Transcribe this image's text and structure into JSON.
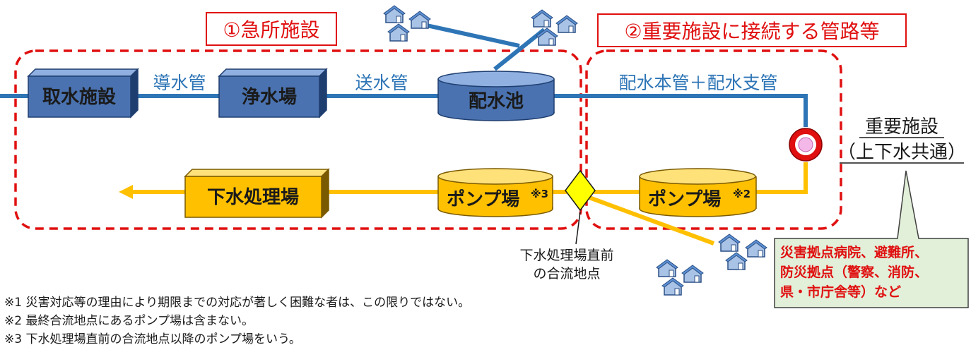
{
  "sections": {
    "urgent": {
      "label": "①急所施設"
    },
    "important": {
      "label": "②重要施設に接続する管路等"
    }
  },
  "facilities": {
    "intake": "取水施設",
    "purification": "浄水場",
    "reservoir": "配水池",
    "sewage_plant": "下水処理場",
    "pump1": {
      "label": "ポンプ場",
      "mark": "※3"
    },
    "pump2": {
      "label": "ポンプ場",
      "mark": "※2"
    }
  },
  "pipes": {
    "conduit": "導水管",
    "transmission": "送水管",
    "distribution": "配水本管＋配水支管"
  },
  "important_facility": {
    "line1": "重要施設",
    "line2": "（上下水共通）"
  },
  "callout": {
    "lines": [
      "災害拠点病院、避難所、",
      "防災拠点（警察、消防、",
      "県・市庁舎等）など"
    ]
  },
  "confluence": {
    "line1": "下水処理場直前",
    "line2": "の合流地点"
  },
  "notes": [
    "※1 災害対応等の理由により期限までの対応が著しく困難な者は、この限りではない。",
    "※2 最終合流地点にあるポンプ場は含まない。",
    "※3 下水処理場直前の合流地点以降のポンプ場をいう。"
  ],
  "colors": {
    "water": "#2e75b6",
    "sewage": "#ffc000",
    "box_water": "#4a72b0",
    "box_sewage": "#ffc000",
    "dash": "#e01010",
    "callout_bg": "#e2efd9"
  }
}
